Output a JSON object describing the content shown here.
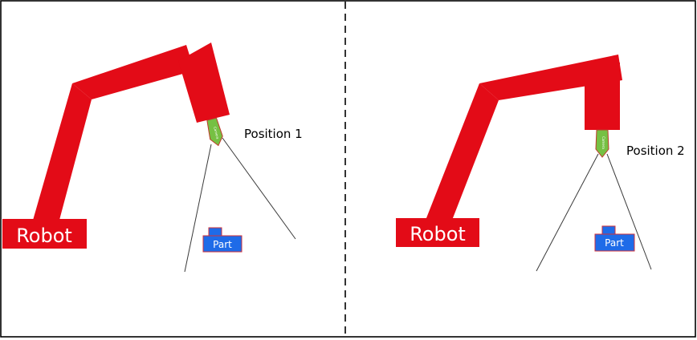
{
  "colors": {
    "robot": "#e30b17",
    "part_fill": "#1e6be8",
    "part_stroke": "#d0303a",
    "camera_fill": "#76c043",
    "camera_stroke": "#c0392b",
    "frame": "#000000",
    "fov_line": "#3a3a3a"
  },
  "icons": {
    "robot_arm": "robot-arm-icon",
    "camera": "camera-icon",
    "part": "part-icon"
  },
  "panels": [
    {
      "robot_label": "Robot",
      "part_label": "Part",
      "position_label": "Position 1",
      "camera_label": "Camera"
    },
    {
      "robot_label": "Robot",
      "part_label": "Part",
      "position_label": "Position 2",
      "camera_label": "Camera"
    }
  ]
}
